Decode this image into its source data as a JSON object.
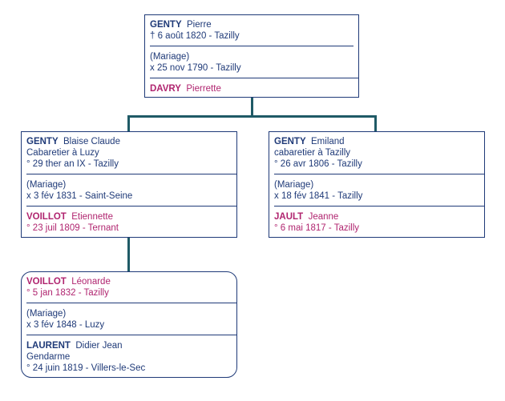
{
  "colors": {
    "male": "#1f3a78",
    "female": "#b0246f",
    "connector": "#1f5a66",
    "border": "#1f3a78"
  },
  "top": {
    "person": {
      "surname": "GENTY",
      "given": "Pierre",
      "line2": "† 6 août 1820  - Tazilly"
    },
    "marriage": {
      "line1": "(Mariage)",
      "line2": "x 25 nov 1790  - Tazilly"
    },
    "spouse": {
      "surname": "DAVRY",
      "given": "Pierrette"
    }
  },
  "left": {
    "person": {
      "surname": "GENTY",
      "given": "Blaise Claude",
      "line2": "Cabaretier à Luzy",
      "line3": "° 29 ther an IX  - Tazilly"
    },
    "marriage": {
      "line1": "(Mariage)",
      "line2": "x 3 fév 1831  - Saint-Seine"
    },
    "spouse": {
      "surname": "VOILLOT",
      "given": "Etiennette",
      "line2": "° 23 juil 1809  - Ternant"
    }
  },
  "right": {
    "person": {
      "surname": "GENTY",
      "given": "Emiland",
      "line2": "cabaretier à Tazilly",
      "line3": "° 26 avr 1806  - Tazilly"
    },
    "marriage": {
      "line1": "(Mariage)",
      "line2": "x 18 fév 1841  - Tazilly"
    },
    "spouse": {
      "surname": "JAULT",
      "given": "Jeanne",
      "line2": "° 6 mai 1817  - Tazilly"
    }
  },
  "bottom": {
    "person": {
      "surname": "VOILLOT",
      "given": "Léonarde",
      "line2": "° 5 jan 1832  - Tazilly"
    },
    "marriage": {
      "line1": "(Mariage)",
      "line2": "x 3 fév 1848  - Luzy"
    },
    "spouse": {
      "surname": "LAURENT",
      "given": "Didier Jean",
      "line2": "Gendarme",
      "line3": "° 24 juin 1819  - Villers-le-Sec"
    }
  }
}
